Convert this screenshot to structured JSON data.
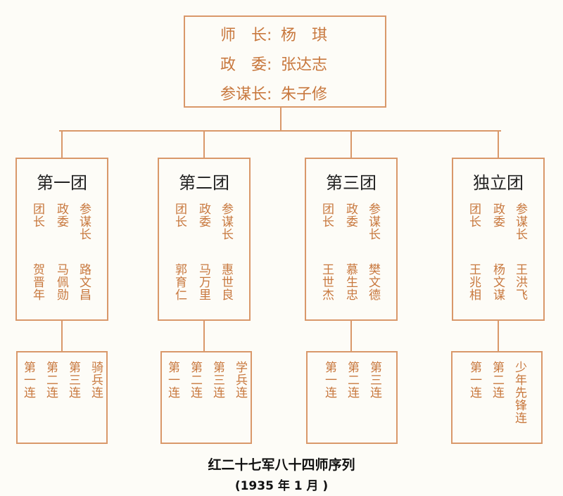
{
  "division": {
    "rows": [
      {
        "title": "师　长:",
        "name": "杨　琪"
      },
      {
        "title": "政　委:",
        "name": "张达志"
      },
      {
        "title": "参谋长:",
        "name": "朱子修"
      }
    ]
  },
  "regiments": [
    {
      "name": "第一团",
      "officers": [
        {
          "title": "团长",
          "name": "贺晋年"
        },
        {
          "title": "政委",
          "name": "马佩勋"
        },
        {
          "title": "参谋长",
          "name": "路文昌"
        }
      ],
      "companies": [
        "第一连",
        "第二连",
        "第三连",
        "骑兵连"
      ]
    },
    {
      "name": "第二团",
      "officers": [
        {
          "title": "团长",
          "name": "郭育仁"
        },
        {
          "title": "政委",
          "name": "马万里"
        },
        {
          "title": "参谋长",
          "name": "惠世良"
        }
      ],
      "companies": [
        "第一连",
        "第二连",
        "第三连",
        "学兵连"
      ]
    },
    {
      "name": "第三团",
      "officers": [
        {
          "title": "团长",
          "name": "王世杰"
        },
        {
          "title": "政委",
          "name": "慕生忠"
        },
        {
          "title": "参谋长",
          "name": "樊文德"
        }
      ],
      "companies": [
        "第一连",
        "第二连",
        "第三连"
      ]
    },
    {
      "name": "独立团",
      "officers": [
        {
          "title": "团长",
          "name": "王兆相"
        },
        {
          "title": "政委",
          "name": "杨文谋"
        },
        {
          "title": "参谋长",
          "name": "王洪飞"
        }
      ],
      "companies": [
        "第一连",
        "第二连",
        "少年先锋连"
      ]
    }
  ],
  "caption": {
    "title": "红二十七军八十四师序列",
    "date": "(1935 年 1 月 )"
  }
}
